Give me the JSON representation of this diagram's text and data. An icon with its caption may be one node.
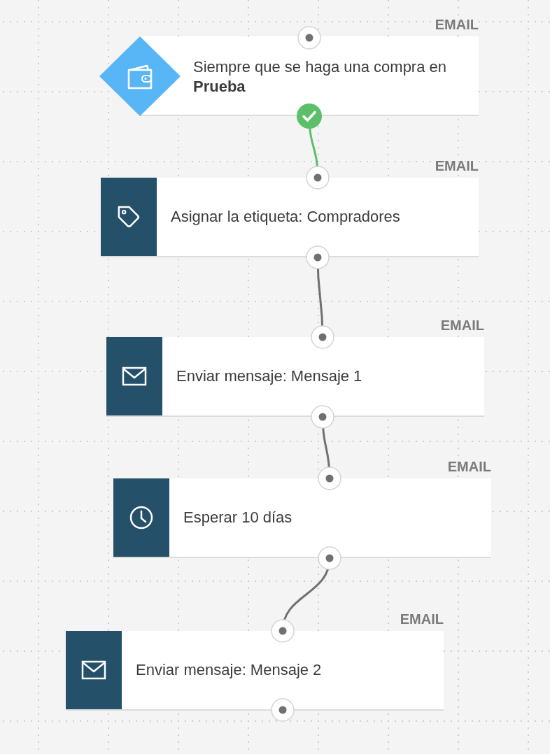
{
  "diagram": {
    "nodes": [
      {
        "text": [
          "Siempre que se haga una compra en **Prueba**"
        ],
        "beside": [
          "EMAIL"
        ]
      },
      {
        "text": [
          "Asignar la etiqueta: Compradores"
        ],
        "beside": [
          "EMAIL"
        ]
      },
      {
        "text": [
          "Enviar mensaje: Mensaje 1"
        ],
        "beside": [
          "EMAIL"
        ]
      },
      {
        "text": [
          "Esperar 10 días"
        ],
        "beside": [
          "EMAIL"
        ]
      },
      {
        "text": [
          "Enviar mensaje: Mensaje 2"
        ],
        "beside": [
          "EMAIL"
        ]
      }
    ],
    "edges": [
      {
        "from": 0,
        "to": 1,
        "arrow": "other",
        "color": "#5cbf69"
      },
      {
        "from": 1,
        "to": 2,
        "arrow": "other"
      },
      {
        "from": 2,
        "to": 3,
        "arrow": "other"
      },
      {
        "from": 3,
        "to": 4,
        "arrow": "other"
      }
    ]
  }
}
